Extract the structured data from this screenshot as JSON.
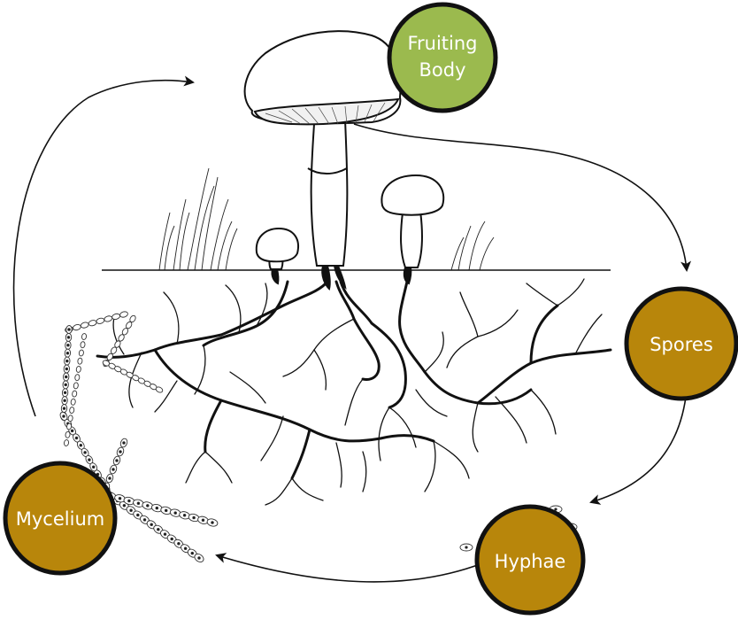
{
  "diagram": {
    "stages": {
      "fruiting_body": {
        "line1": "Fruiting",
        "line2": "Body",
        "fill": "#9bba4e"
      },
      "spores": {
        "label": "Spores",
        "fill": "#b8860b"
      },
      "hyphae": {
        "label": "Hyphae",
        "fill": "#b8860b"
      },
      "mycelium": {
        "label": "Mycelium",
        "fill": "#b8860b"
      }
    },
    "outline_color": "#111111",
    "ink_color": "#1a1a1a"
  }
}
